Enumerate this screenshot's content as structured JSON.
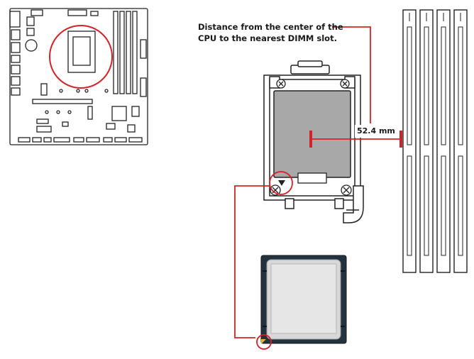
{
  "annotation": {
    "caption_line1": "Distance from the center of the",
    "caption_line2": "CPU to the nearest DIMM slot.",
    "measurement": "52.4 mm"
  },
  "colors": {
    "accent_red": "#d2232a",
    "outline": "#222222",
    "cpu_die": "#a8a8a8",
    "cpu_substrate": "#22323e",
    "cpu_ihs": "#d8d8d8"
  },
  "icons": {
    "motherboard": "motherboard-overview-icon",
    "socket": "lga-cpu-socket-icon",
    "dimm": "dimm-slot-icon",
    "cpu": "cpu-processor-icon",
    "pin1": "pin-1-triangle-marker-icon"
  }
}
